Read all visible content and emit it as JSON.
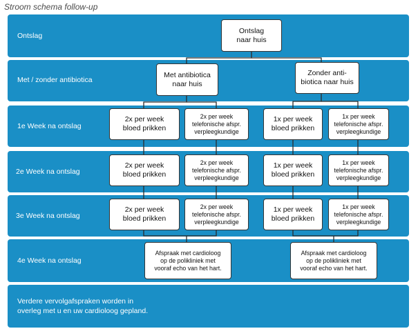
{
  "title": "Stroom schema follow-up",
  "rows": [
    {
      "id": "ontslag",
      "label": "Ontslag"
    },
    {
      "id": "antibiotica",
      "label": "Met / zonder antibiotica"
    },
    {
      "id": "week1",
      "label": "1e Week na ontslag"
    },
    {
      "id": "week2",
      "label": "2e Week na ontslag"
    },
    {
      "id": "week3",
      "label": "3e Week na ontslag"
    },
    {
      "id": "week4",
      "label": "4e Week na ontslag"
    },
    {
      "id": "vervolg",
      "label": "Verdere vervolgafspraken worden in\noverleg met u en uw cardioloog gepland."
    }
  ],
  "boxes": {
    "ontslag": "Ontslag\nnaar huis",
    "met_antibiotica": "Met antibiotica\nnaar huis",
    "zonder_antibiotica": "Zonder anti-\nbiotica naar huis",
    "bloed_2x": "2x per week\nbloed prikken",
    "tel_2x": "2x per week\ntelefonische afspr.\nverpleegkundige",
    "bloed_1x": "1x per week\nbloed prikken",
    "tel_1x": "1x per week\ntelefonische afspr.\nverpleegkundige",
    "afspraak": "Afspraak met cardioloog\nop de polikliniek met\nvooraf echo van het hart."
  }
}
